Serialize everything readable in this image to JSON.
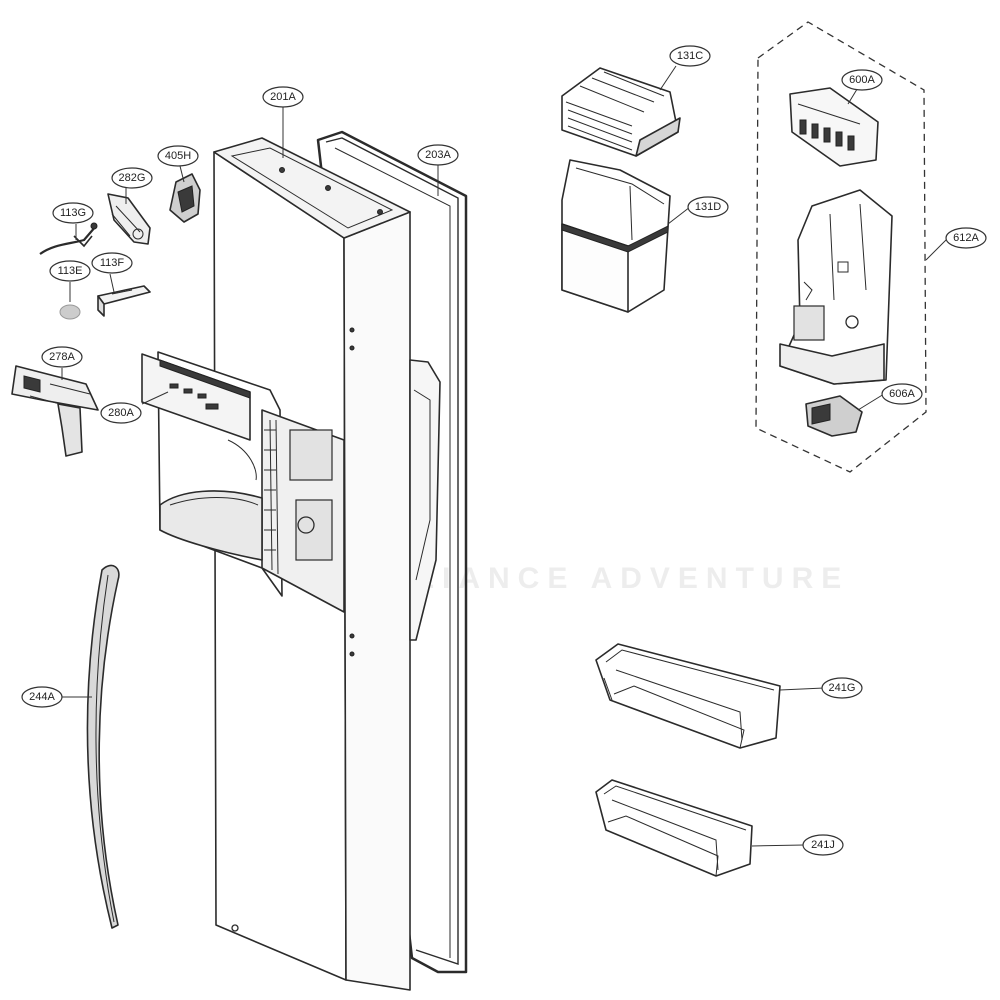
{
  "diagram": {
    "callouts": {
      "c201A": "201A",
      "c203A": "203A",
      "c405H": "405H",
      "c282G": "282G",
      "c113G": "113G",
      "c113E": "113E",
      "c113F": "113F",
      "c278A": "278A",
      "c280A": "280A",
      "c244A": "244A",
      "c131C": "131C",
      "c131D": "131D",
      "c600A": "600A",
      "c612A": "612A",
      "c606A": "606A",
      "c241G": "241G",
      "c241J": "241J"
    },
    "watermark": "APPLIANCE ADVENTURE"
  },
  "colors": {
    "line": "#2b2b2b",
    "background": "#ffffff",
    "watermark": "#d8d8d8"
  }
}
